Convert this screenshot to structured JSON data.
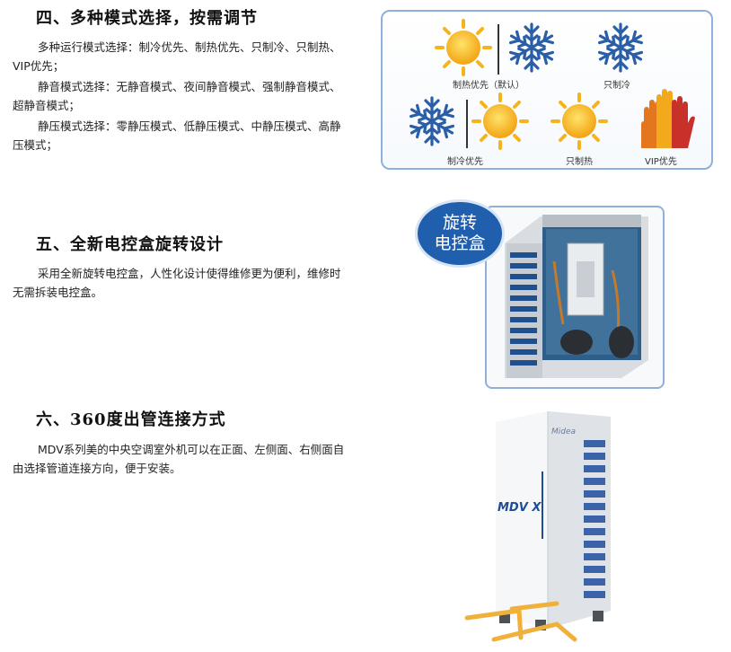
{
  "sections": [
    {
      "title": "四、多种模式选择，按需调节",
      "paragraphs": [
        "多种运行模式选择：制冷优先、制热优先、只制冷、只制热、VIP优先；",
        "静音模式选择：无静音模式、夜间静音模式、强制静音模式、超静音模式；",
        "静压模式选择：零静压模式、低静压模式、中静压模式、高静压模式；"
      ]
    },
    {
      "title": "五、全新电控盒旋转设计",
      "paragraphs": [
        "采用全新旋转电控盒，人性化设计使得维修更为便利，维修时无需拆装电控盒。"
      ]
    },
    {
      "title": "六、360度出管连接方式",
      "paragraphs": [
        "MDV系列美的中央空调室外机可以在正面、左侧面、右侧面自由选择管道连接方向，便于安装。"
      ]
    }
  ],
  "mode_panel": {
    "labels": {
      "heat_priority": "制热优先（默认）",
      "cool_only": "只制冷",
      "cool_priority": "制冷优先",
      "heat_only": "只制热",
      "vip_priority": "VIP优先"
    },
    "colors": {
      "sun": "#f5b41c",
      "snow": "#2a5fa8",
      "hand_orange": "#e4761d",
      "hand_red": "#c8312a",
      "hand_yellow": "#f2a91c"
    }
  },
  "control_box": {
    "bubble_line1": "旋转",
    "bubble_line2": "电控盒"
  },
  "unit": {
    "brand_text": "Midea",
    "model_text": "MDV X"
  }
}
